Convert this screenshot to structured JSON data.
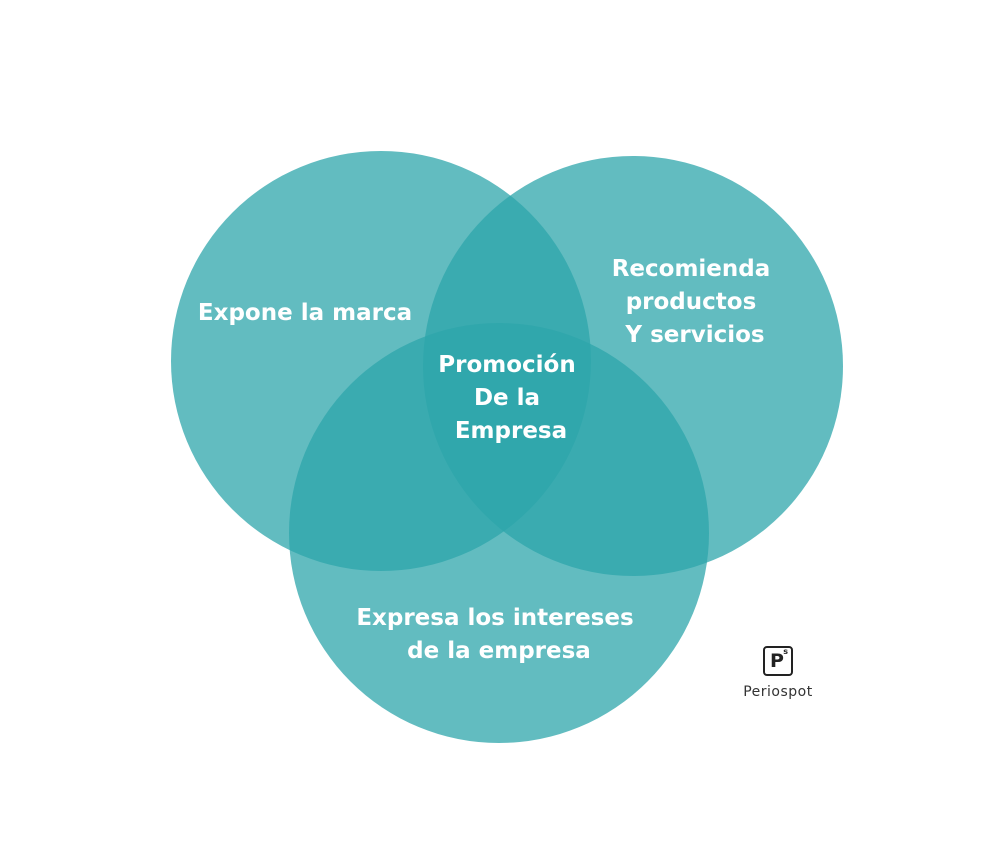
{
  "diagram": {
    "type": "venn",
    "circle_color": "#2ea6ab",
    "sets": [
      {
        "id": "left",
        "label_lines": [
          "Expone la marca"
        ]
      },
      {
        "id": "right",
        "label_lines": [
          "Recomienda",
          "productos",
          "Y servicios"
        ]
      },
      {
        "id": "bottom",
        "label_lines": [
          "Expresa los intereses",
          "de la empresa"
        ]
      }
    ],
    "center": {
      "label_lines": [
        "Promoción",
        "De la",
        "Empresa"
      ]
    }
  },
  "logo": {
    "mark_letter": "P",
    "mark_superscript": "s",
    "name": "Periospot"
  }
}
